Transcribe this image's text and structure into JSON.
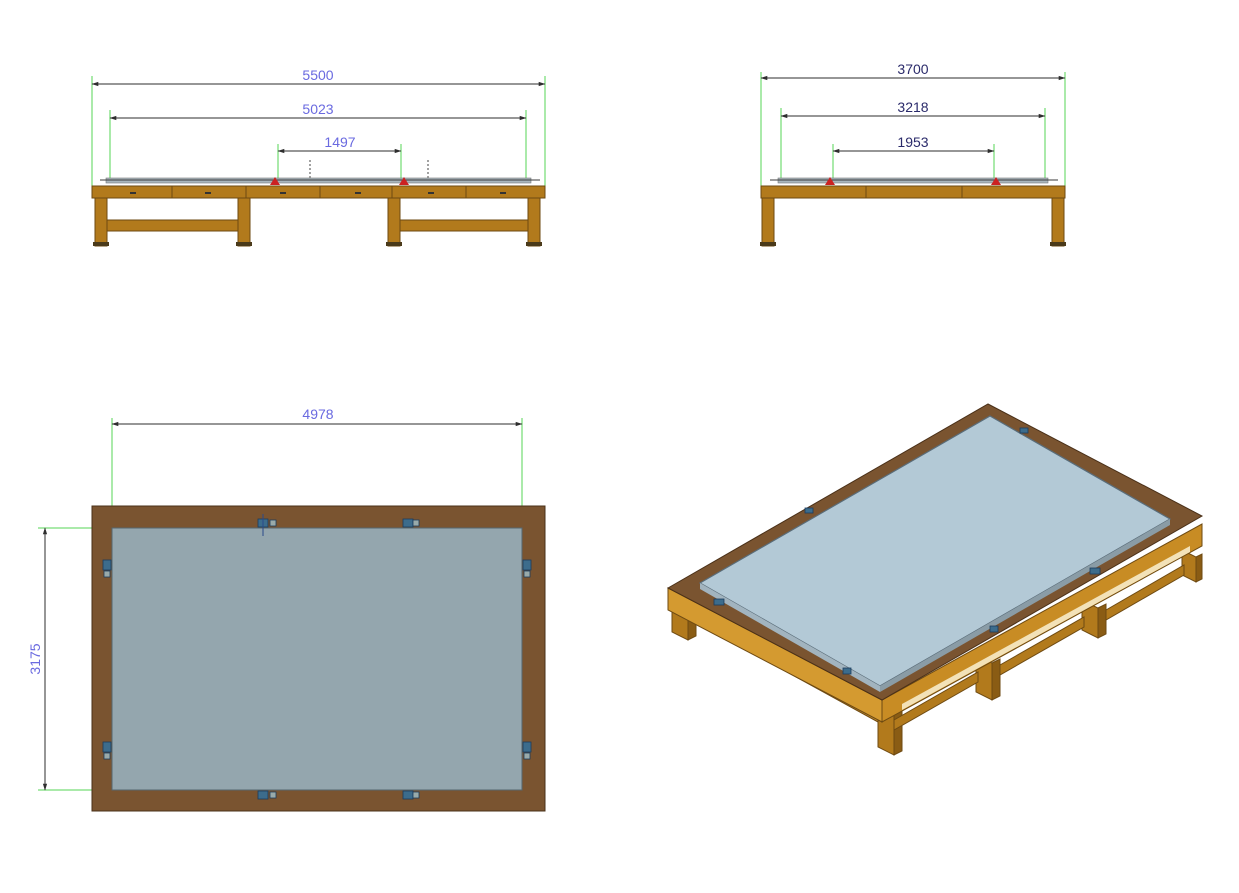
{
  "views": {
    "front": {
      "overall": "5500",
      "inner": "5023",
      "center": "1497"
    },
    "side": {
      "overall": "3700",
      "inner": "3218",
      "center": "1953"
    },
    "top": {
      "width": "4978",
      "height": "3175"
    },
    "iso": {}
  },
  "colors": {
    "wood": "#b27a1c",
    "wood_dark": "#6e4a12",
    "frame_top": "#7a5430",
    "plate": "#94a6ae",
    "plate_iso": "#b3c9d6",
    "dim_line": "#2e2e2e",
    "extension_line": "#55d655",
    "dim_text": "#6a6ae0",
    "dim_text_dark": "#2a2a6a",
    "marker": "#cc2222",
    "clamp": "#3c6c8c"
  }
}
